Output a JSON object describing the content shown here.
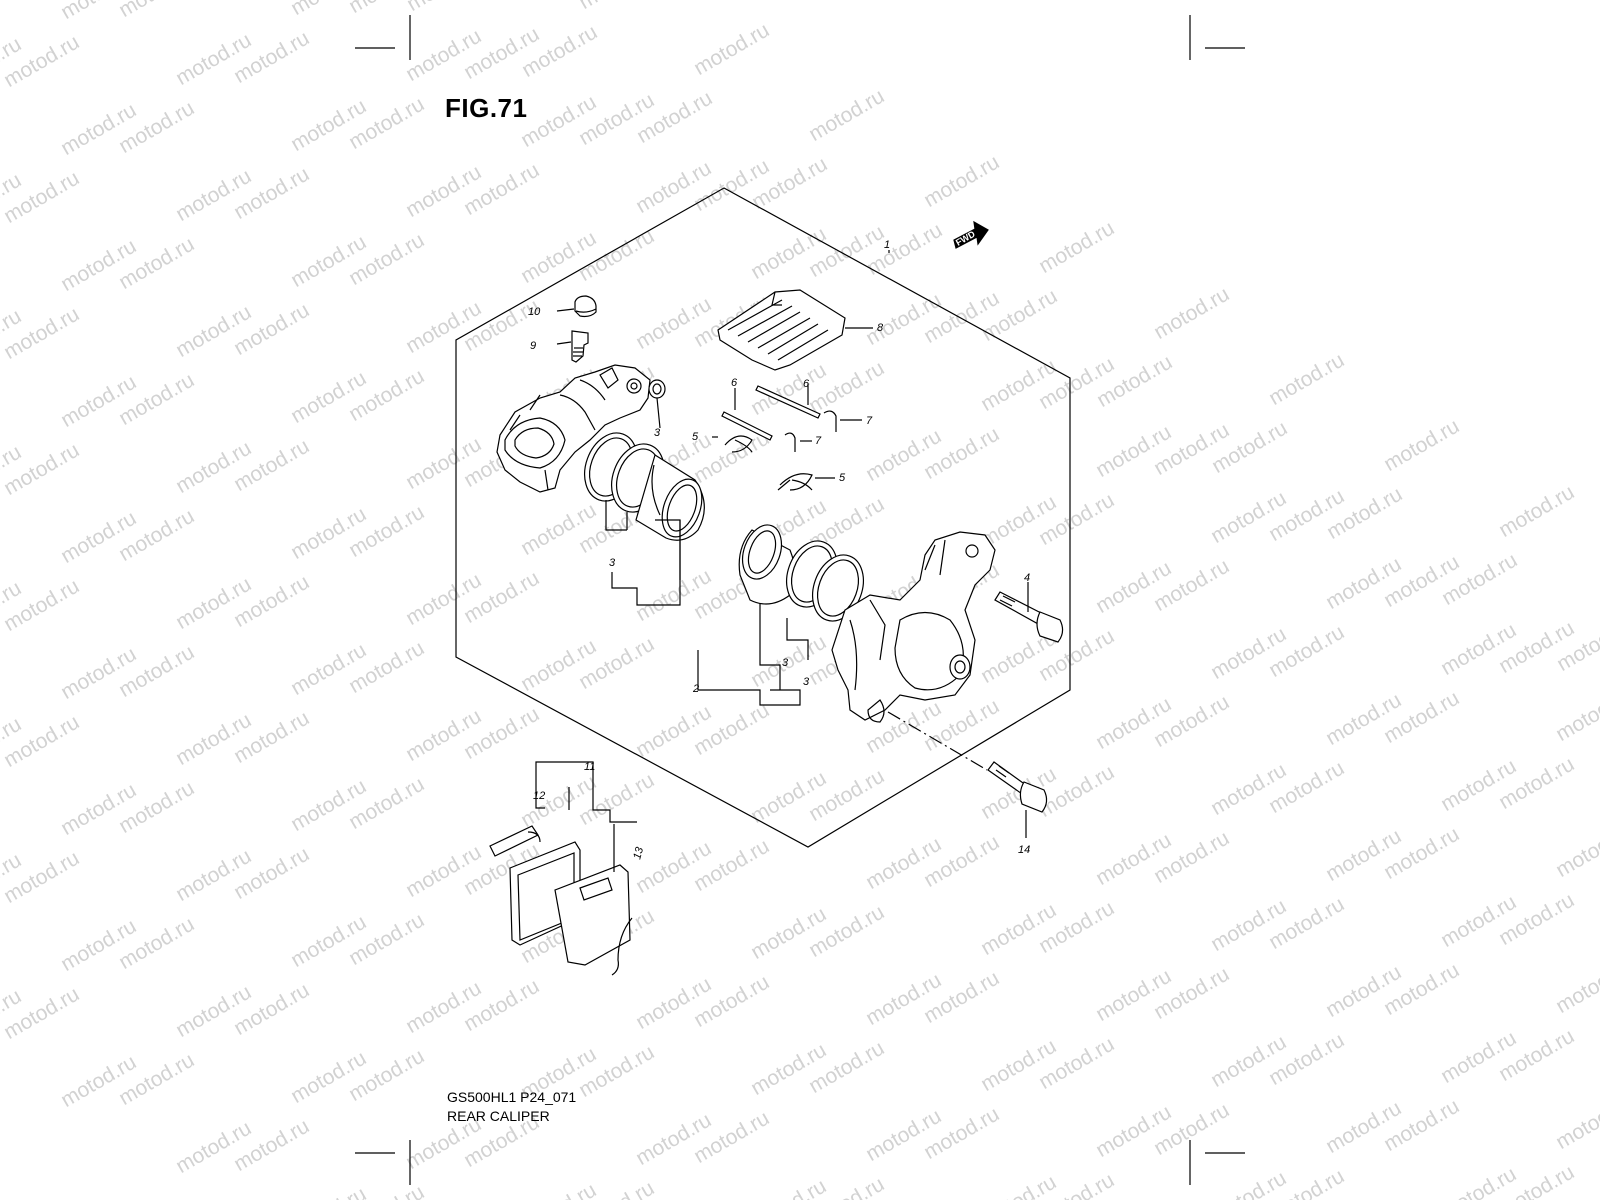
{
  "watermark_text": "motod.ru",
  "figure": {
    "label": "FIG.71"
  },
  "footer": {
    "code": "GS500HL1 P24_071",
    "name": "REAR CALIPER"
  },
  "direction_marker": "FWD",
  "callouts": [
    "1",
    "2",
    "3",
    "3",
    "3",
    "3",
    "4",
    "5",
    "5",
    "6",
    "6",
    "7",
    "7",
    "8",
    "9",
    "10",
    "11",
    "12",
    "13",
    "14"
  ],
  "colors": {
    "line": "#000000",
    "watermark": "#d2d2d2",
    "background": "#ffffff"
  }
}
